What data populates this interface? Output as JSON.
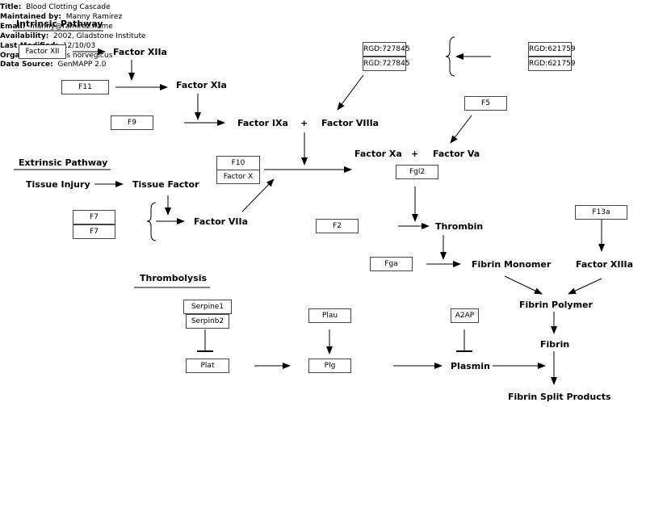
{
  "meta": {
    "title_key": "Title:",
    "title_val": "Blood Clotting Cascade",
    "maint_key": "Maintained by:",
    "maint_val": "Manny Ramirez",
    "email_key": "Email:",
    "email_val": "manny@ramirez.name",
    "avail_key": "Availability:",
    "avail_val": "2002, Gladstone Institute",
    "last_key": "Last Modified:",
    "last_val": "12/10/03",
    "org_key": "Organism:",
    "org_val": "Rattus norvegicus",
    "src_key": "Data Source:",
    "src_val": "GenMAPP 2.0"
  },
  "sections": {
    "intrinsic": "Intrinsic Pathway",
    "extrinsic": "Extrinsic Pathway",
    "thrombolysis": "Thrombolysis"
  },
  "genes": {
    "factor_xii": "Factor XII",
    "f11": "F11",
    "f9": "F9",
    "rgd1": "RGD:727845",
    "rgd2": "RGD:727845",
    "rgd3": "RGD:621759",
    "rgd4": "RGD:621759",
    "f5": "F5",
    "f10": "F10",
    "factor_x": "Factor X",
    "fgl2": "Fgl2",
    "f7a": "F7",
    "f7b": "F7",
    "f2": "F2",
    "f13a": "F13a",
    "fga": "Fga",
    "serpine1": "Serpine1",
    "serpinb2": "Serpinb2",
    "plat": "Plat",
    "plau": "Plau",
    "plg": "Plg",
    "a2ap": "A2AP"
  },
  "labels": {
    "factor_xiia": "Factor XIIa",
    "factor_xia": "Factor XIa",
    "factor_ixa": "Factor IXa",
    "factor_viiia": "Factor VIIIa",
    "factor_xa": "Factor Xa",
    "factor_va": "Factor Va",
    "tissue_injury": "Tissue Injury",
    "tissue_factor": "Tissue Factor",
    "factor_viia": "Factor VIIa",
    "thrombin": "Thrombin",
    "fibrin_monomer": "Fibrin Monomer",
    "factor_xiiia": "Factor XIIIa",
    "fibrin_polymer": "Fibrin Polymer",
    "fibrin": "Fibrin",
    "plasmin": "Plasmin",
    "fibrin_split": "Fibrin Split Products",
    "plus1": "+",
    "plus2": "+"
  }
}
